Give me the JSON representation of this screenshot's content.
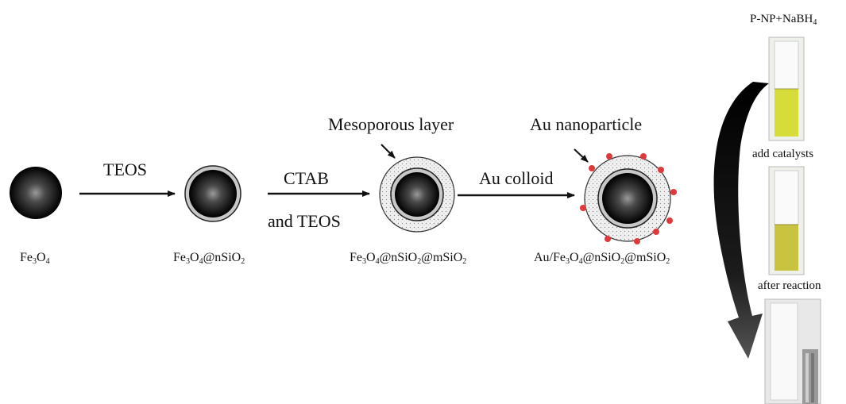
{
  "reagents": {
    "step1": "TEOS",
    "step2_line1": "CTAB",
    "step2_line2": "and TEOS",
    "step3": "Au colloid"
  },
  "annotations": {
    "mesoporous_layer": "Mesoporous layer",
    "au_nanoparticle": "Au nanoparticle"
  },
  "particles": [
    {
      "label": [
        {
          "t": "Fe"
        },
        {
          "s": "3"
        },
        {
          "t": "O"
        },
        {
          "s": "4"
        }
      ]
    },
    {
      "label": [
        {
          "t": "Fe"
        },
        {
          "s": "3"
        },
        {
          "t": "O"
        },
        {
          "s": "4"
        },
        {
          "t": "@nSiO"
        },
        {
          "s": "2"
        }
      ]
    },
    {
      "label": [
        {
          "t": "Fe"
        },
        {
          "s": "3"
        },
        {
          "t": "O"
        },
        {
          "s": "4"
        },
        {
          "t": "@nSiO"
        },
        {
          "s": "2"
        },
        {
          "t": "@mSiO"
        },
        {
          "s": "2"
        }
      ]
    },
    {
      "label": [
        {
          "t": "Au/Fe"
        },
        {
          "s": "3"
        },
        {
          "t": "O"
        },
        {
          "s": "4"
        },
        {
          "t": "@nSiO"
        },
        {
          "s": "2"
        },
        {
          "t": "@mSiO"
        },
        {
          "s": "2"
        }
      ]
    }
  ],
  "test": {
    "title": [
      {
        "t": "P-NP+NaBH"
      },
      {
        "s": "4"
      }
    ],
    "step_add": "add catalysts",
    "step_after": "after reaction"
  },
  "colors": {
    "core_dark": "#000000",
    "core_light": "#9a9a9a",
    "au_dot": "#e0393b",
    "yellow_solution": "#d6dc3a",
    "yellow_solution_2": "#c9c440",
    "arrow_fill": "#111111"
  }
}
